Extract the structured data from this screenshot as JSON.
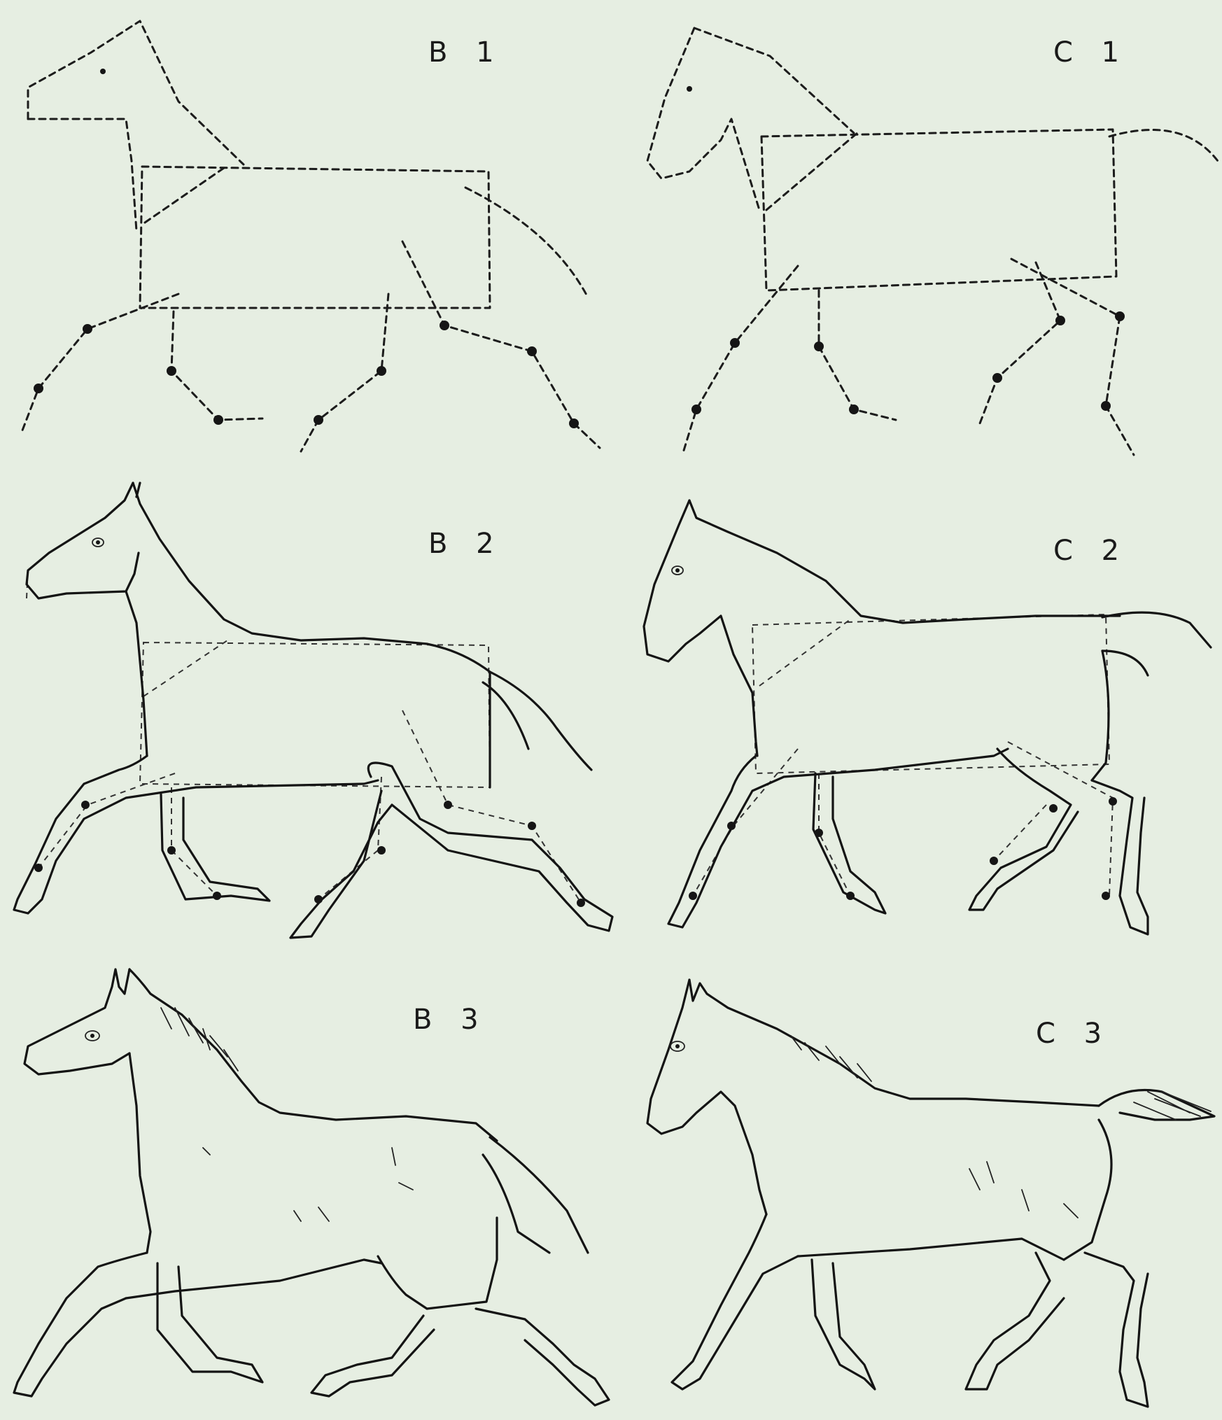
{
  "panels": [
    {
      "id": "b1",
      "label": "B 1"
    },
    {
      "id": "c1",
      "label": "C 1"
    },
    {
      "id": "b2",
      "label": "B 2"
    },
    {
      "id": "c2",
      "label": "C 2"
    },
    {
      "id": "b3",
      "label": "B 3"
    },
    {
      "id": "c3",
      "label": "C 3"
    }
  ]
}
